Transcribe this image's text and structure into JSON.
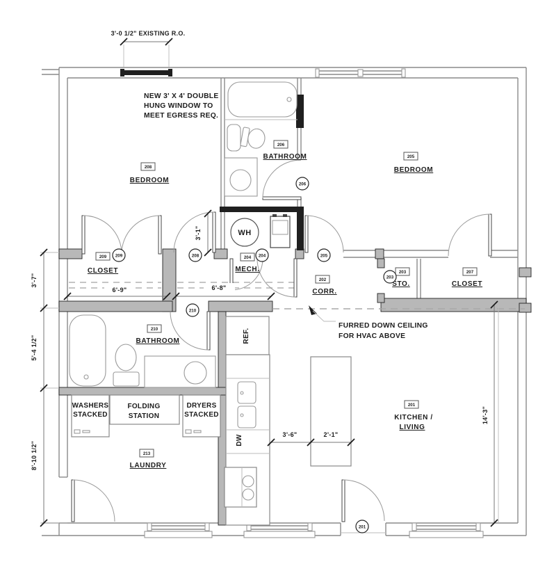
{
  "annotations": {
    "window_dim": "3'-0 1/2\" EXISTING R.O.",
    "egress_note": [
      "NEW 3' X 4' DOUBLE",
      "HUNG WINDOW TO",
      "MEET EGRESS REQ."
    ],
    "furred_note": [
      "FURRED DOWN CEILING",
      "FOR HVAC ABOVE"
    ]
  },
  "rooms": {
    "bedroom_208": {
      "tag": "208",
      "name": "BEDROOM"
    },
    "bathroom_206": {
      "tag": "206",
      "name": "BATHROOM"
    },
    "bedroom_205": {
      "tag": "205",
      "name": "BEDROOM"
    },
    "closet_209": {
      "tag": "209",
      "name": "CLOSET"
    },
    "mech_204": {
      "tag": "204",
      "name": "MECH."
    },
    "corr_202": {
      "tag": "202",
      "name": "CORR."
    },
    "sto_203": {
      "tag": "203",
      "name": "STO."
    },
    "closet_207": {
      "tag": "207",
      "name": "CLOSET"
    },
    "bathroom_210": {
      "tag": "210",
      "name": "BATHROOM"
    },
    "laundry_213": {
      "tag": "213",
      "name": "LAUNDRY"
    },
    "kitchen_201": {
      "tag": "201",
      "name_line1": "KITCHEN /",
      "name_line2": "LIVING"
    }
  },
  "door_tags": {
    "t209": "209",
    "t208": "208",
    "t204": "204",
    "t206": "206",
    "t205": "205",
    "t203": "203",
    "t210": "210",
    "t201": "201"
  },
  "dimensions": {
    "left_upper": "3'-7\"",
    "left_middle": "5'-4 1/2\"",
    "left_lower": "8'-10 1/2\"",
    "closet_width": "6'-9\"",
    "corridor_width": "6'-8\"",
    "door_wall": "3'-1\"",
    "kitchen_aisle": "3'-6\"",
    "island_width": "2'-1\"",
    "living_depth": "14'-3\""
  },
  "fixtures": {
    "water_heater": "WH",
    "refrigerator": "REF.",
    "dishwasher": "DW",
    "washers_line1": "WASHERS",
    "washers_line2": "STACKED",
    "folding_line1": "FOLDING",
    "folding_line2": "STATION",
    "dryers_line1": "DRYERS",
    "dryers_line2": "STACKED"
  }
}
